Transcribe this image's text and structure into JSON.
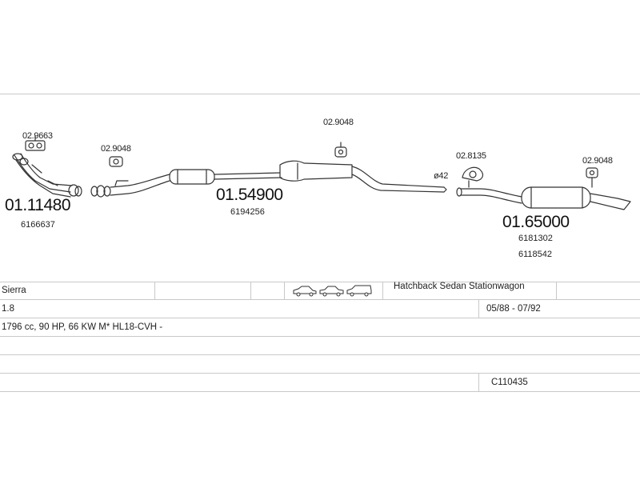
{
  "parts": {
    "downpipe": {
      "code": "01.11480",
      "oem": [
        "6166637"
      ],
      "mount": "02.9663"
    },
    "flex_connector_mount": "02.9048",
    "centre_silencer": {
      "code": "01.54900",
      "oem": [
        "6194256"
      ],
      "mount": "02.9048"
    },
    "pipe_diameter": "ø42",
    "rear_mount_1": "02.8135",
    "rear_silencer": {
      "code": "01.65000",
      "oem": [
        "6181302",
        "6118542"
      ],
      "mount": "02.9048"
    }
  },
  "vehicle": {
    "model": "Sierra",
    "body_types": "Hatchback Sedan Stationwagon",
    "engine": "1.8",
    "years": "05/88 - 07/92",
    "spec": "1796 cc, 90 HP, 66 KW M* HL18-CVH -",
    "set_code": "C110435"
  },
  "colors": {
    "line": "#333333",
    "rule": "#c9c9c9"
  },
  "icons": [
    "hatchback-car-icon",
    "sedan-car-icon",
    "wagon-car-icon"
  ]
}
